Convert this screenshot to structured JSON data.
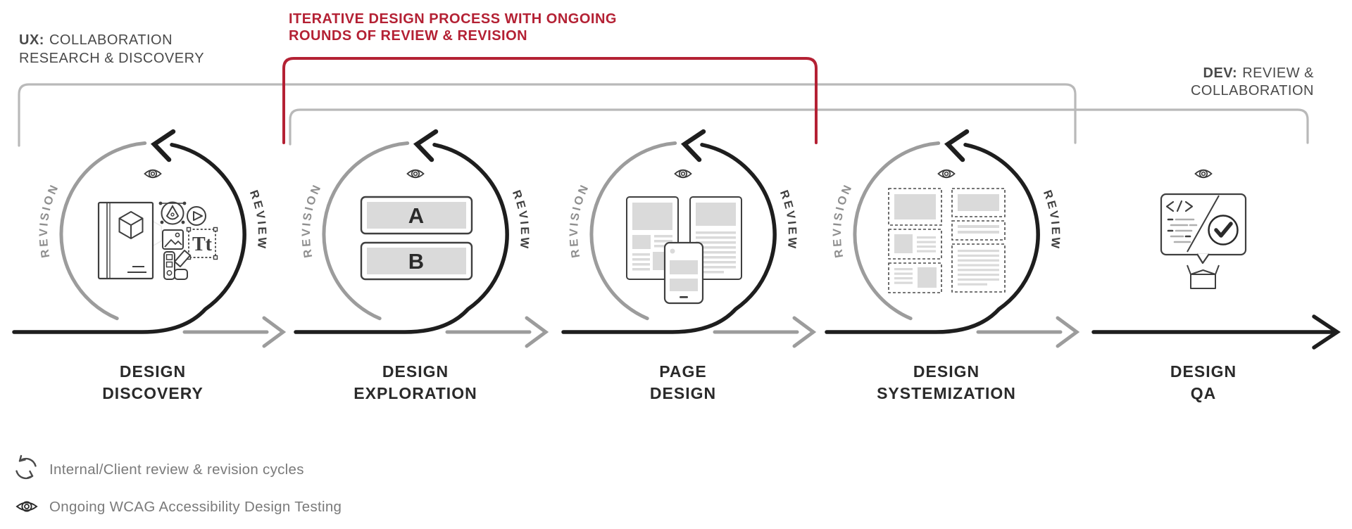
{
  "header": {
    "ux": {
      "prefix": "UX:",
      "rest": "COLLABORATION",
      "line2": "RESEARCH & DISCOVERY"
    },
    "iterative": {
      "line1": "ITERATIVE DESIGN PROCESS WITH ONGOING",
      "line2": "ROUNDS OF REVIEW & REVISION"
    },
    "dev": {
      "prefix": "DEV:",
      "rest": "REVIEW &",
      "line2": "COLLABORATION"
    }
  },
  "cycle": {
    "revision": "REVISION",
    "review": "REVIEW"
  },
  "stages": [
    {
      "line1": "DESIGN",
      "line2": "DISCOVERY"
    },
    {
      "line1": "DESIGN",
      "line2": "EXPLORATION"
    },
    {
      "line1": "PAGE",
      "line2": "DESIGN"
    },
    {
      "line1": "DESIGN",
      "line2": "SYSTEMIZATION"
    },
    {
      "line1": "DESIGN",
      "line2": "QA"
    }
  ],
  "ab_test": {
    "option_a": "A",
    "option_b": "B"
  },
  "icons": {
    "text_specimen": "Tt"
  },
  "legend": {
    "cycles": "Internal/Client review & revision cycles",
    "accessibility": "Ongoing WCAG Accessibility Design Testing"
  },
  "colors": {
    "accent_red": "#B42134",
    "line_black": "#1E1E1E",
    "loop_gray": "#9C9C9C",
    "bracket_gray": "#B9B9B9",
    "icon_stroke": "#3F3F3F",
    "fill_gray": "#DADADA",
    "label_dark": "#2A2A2A",
    "text_gray": "#7A7A7A"
  }
}
